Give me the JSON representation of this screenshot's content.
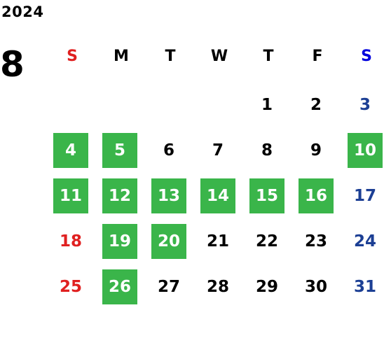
{
  "year": "2024",
  "month": "8",
  "colors": {
    "highlight_bg": "#3ab54a",
    "highlight_text": "#ffffff",
    "sunday": "#e02020",
    "saturday_header": "#0000dd",
    "saturday": "#1c3f94",
    "default": "#000000"
  },
  "weekdays": [
    "S",
    "M",
    "T",
    "W",
    "T",
    "F",
    "S"
  ],
  "first_weekday_index": 4,
  "days": [
    {
      "d": "1"
    },
    {
      "d": "2"
    },
    {
      "d": "3"
    },
    {
      "d": "4",
      "hl": true
    },
    {
      "d": "5",
      "hl": true
    },
    {
      "d": "6"
    },
    {
      "d": "7"
    },
    {
      "d": "8"
    },
    {
      "d": "9"
    },
    {
      "d": "10",
      "hl": true
    },
    {
      "d": "11",
      "hl": true
    },
    {
      "d": "12",
      "hl": true
    },
    {
      "d": "13",
      "hl": true
    },
    {
      "d": "14",
      "hl": true
    },
    {
      "d": "15",
      "hl": true
    },
    {
      "d": "16",
      "hl": true
    },
    {
      "d": "17"
    },
    {
      "d": "18"
    },
    {
      "d": "19",
      "hl": true
    },
    {
      "d": "20",
      "hl": true
    },
    {
      "d": "21"
    },
    {
      "d": "22"
    },
    {
      "d": "23"
    },
    {
      "d": "24"
    },
    {
      "d": "25"
    },
    {
      "d": "26",
      "hl": true
    },
    {
      "d": "27"
    },
    {
      "d": "28"
    },
    {
      "d": "29"
    },
    {
      "d": "30"
    },
    {
      "d": "31"
    }
  ]
}
